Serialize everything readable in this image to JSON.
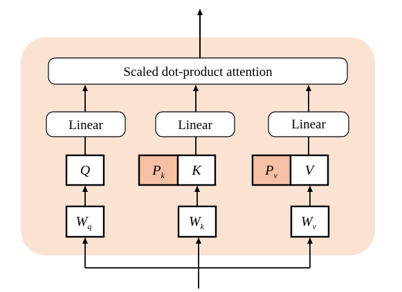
{
  "attention": {
    "label": "Scaled dot-product attention"
  },
  "linears": [
    {
      "label": "Linear"
    },
    {
      "label": "Linear"
    },
    {
      "label": "Linear"
    }
  ],
  "vectors": {
    "q": {
      "label": "Q"
    },
    "pk": {
      "label": "P",
      "sub": "k"
    },
    "k": {
      "label": "K"
    },
    "pv": {
      "label": "P",
      "sub": "v"
    },
    "v": {
      "label": "V"
    }
  },
  "weights": {
    "wq": {
      "label": "W",
      "sub": "q"
    },
    "wk": {
      "label": "W",
      "sub": "k"
    },
    "wv": {
      "label": "W",
      "sub": "v"
    }
  },
  "colors": {
    "panel": "#fbe3d4",
    "position_box": "#f5c0a3",
    "stroke": "#000000",
    "box_fill": "#ffffff"
  }
}
